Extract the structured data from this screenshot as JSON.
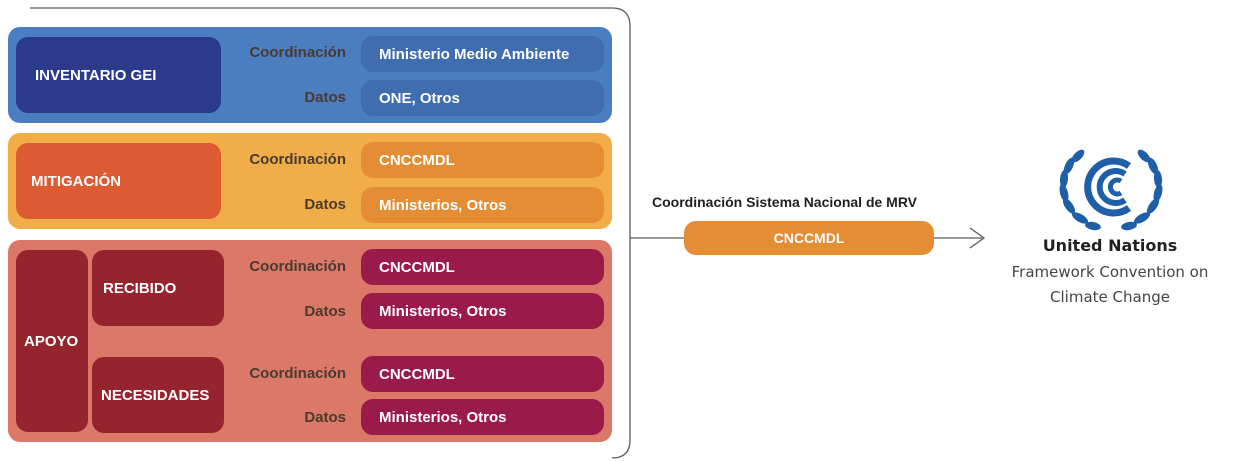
{
  "colors": {
    "inventario_bg": "#4a7ec0",
    "inventario_cat": "#2b3a8a",
    "inventario_pill": "#3f6daf",
    "mitigacion_bg": "#f0ad48",
    "mitigacion_cat": "#dc5b33",
    "mitigacion_pill": "#e48d35",
    "apoyo_bg": "#dc7868",
    "apoyo_cat": "#96242e",
    "apoyo_pill": "#9a1a4a",
    "center_pill": "#e48d35",
    "bracket": "#5a5a5a"
  },
  "inventario": {
    "title": "INVENTARIO GEI",
    "coord_label": "Coordinación",
    "coord_value": "Ministerio Medio Ambiente",
    "datos_label": "Datos",
    "datos_value": "ONE, Otros"
  },
  "mitigacion": {
    "title": "MITIGACIÓN",
    "coord_label": "Coordinación",
    "coord_value": "CNCCMDL",
    "datos_label": "Datos",
    "datos_value": "Ministerios, Otros"
  },
  "apoyo": {
    "title": "APOYO",
    "recibido": {
      "title": "RECIBIDO",
      "coord_label": "Coordinación",
      "coord_value": "CNCCMDL",
      "datos_label": "Datos",
      "datos_value": "Ministerios, Otros"
    },
    "necesidades": {
      "title": "NECESIDADES",
      "coord_label": "Coordinación",
      "coord_value": "CNCCMDL",
      "datos_label": "Datos",
      "datos_value": "Ministerios, Otros"
    }
  },
  "center": {
    "title": "Coordinación Sistema Nacional de MRV",
    "value": "CNCCMDL"
  },
  "unfccc": {
    "line1": "United Nations",
    "line2": "Framework Convention on",
    "line3": "Climate Change",
    "icon": "unfccc-logo-icon"
  }
}
